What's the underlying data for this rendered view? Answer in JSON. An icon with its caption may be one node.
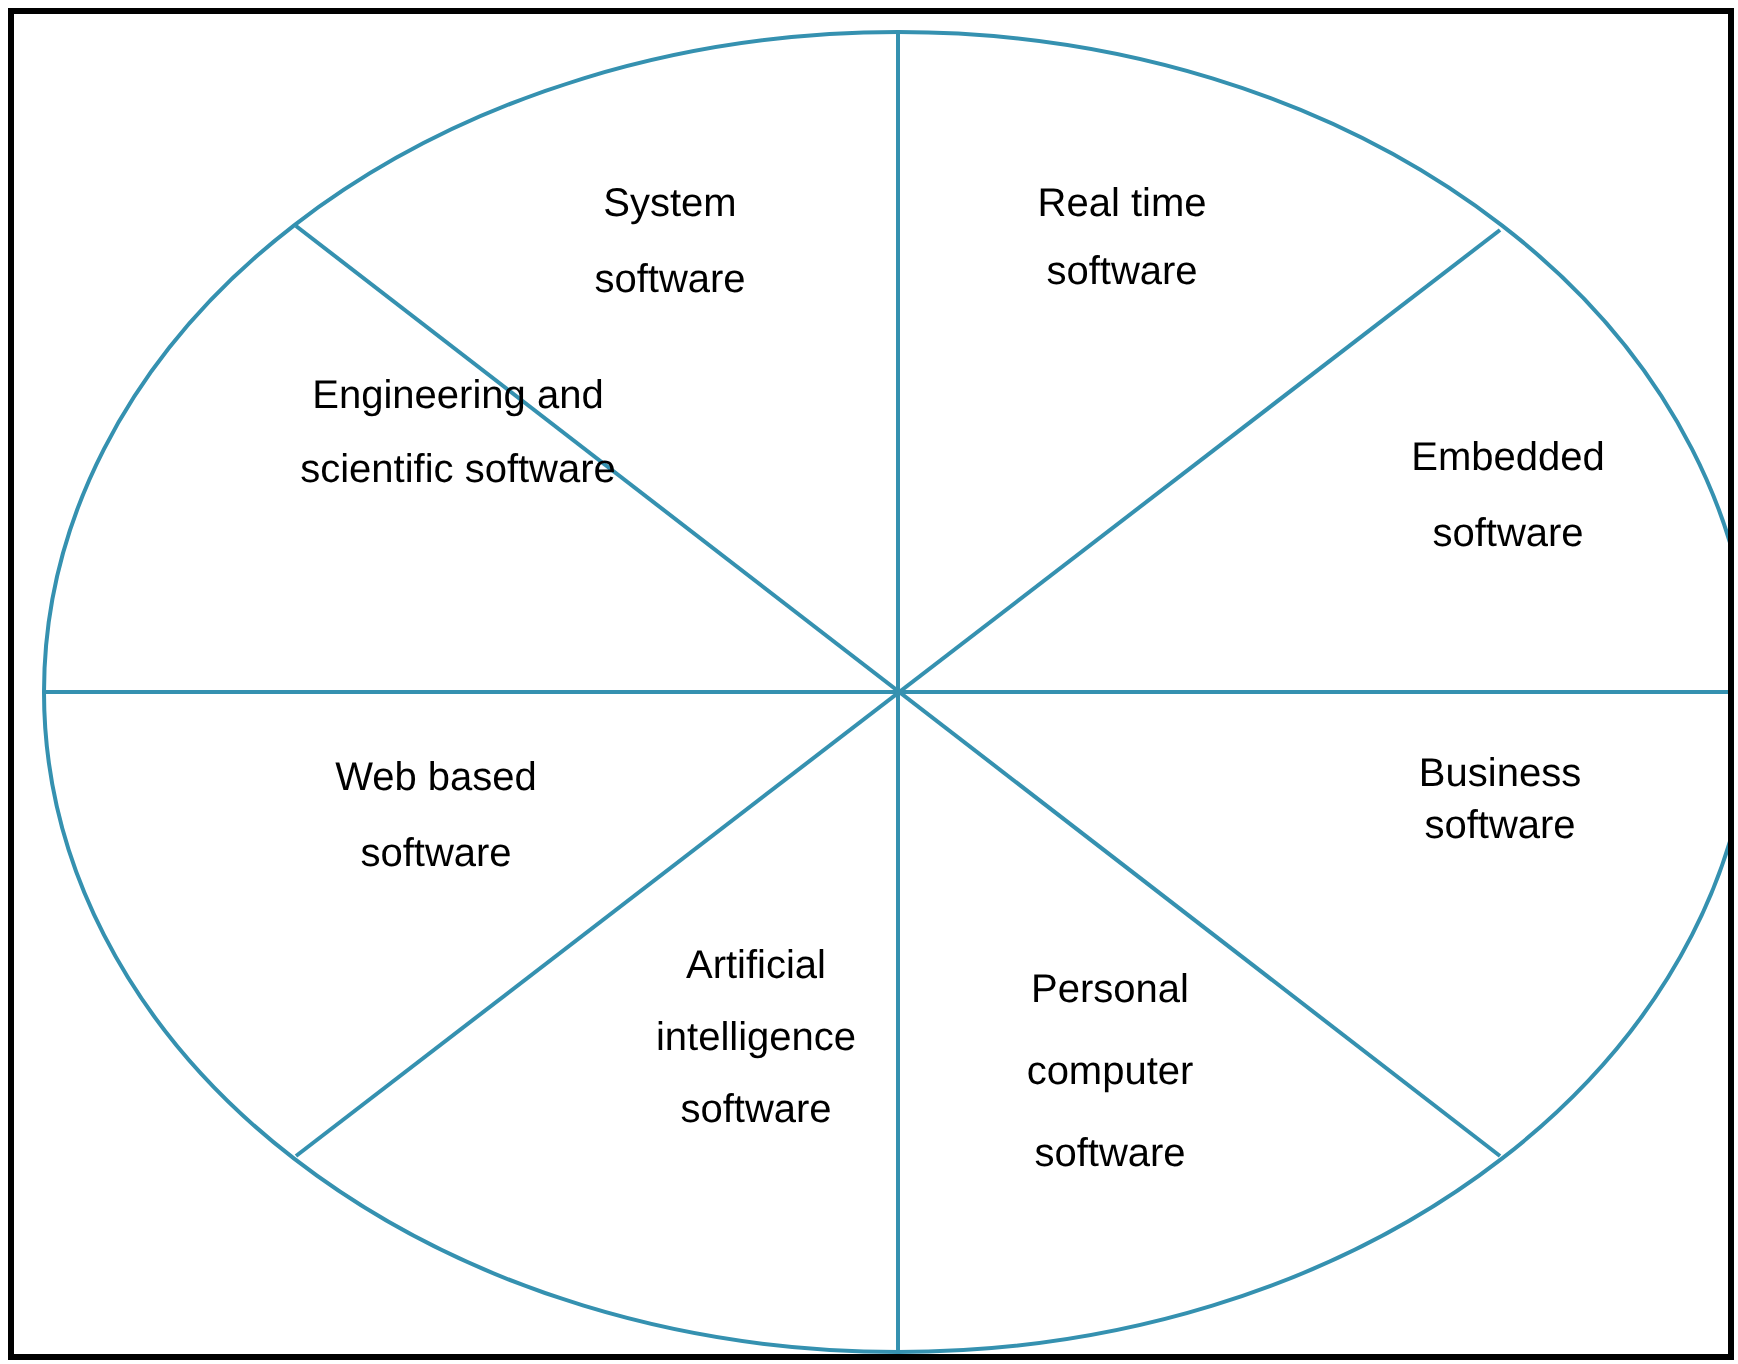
{
  "diagram": {
    "nodes": [
      {
        "text": [],
        "shape": "ellipse"
      }
    ],
    "labels": [
      "System software",
      "Real time software",
      "Engineering and scientific software",
      "Embedded software",
      "Web based software",
      "Business software",
      "Artificial intelligence software",
      "Personal computer software"
    ]
  }
}
